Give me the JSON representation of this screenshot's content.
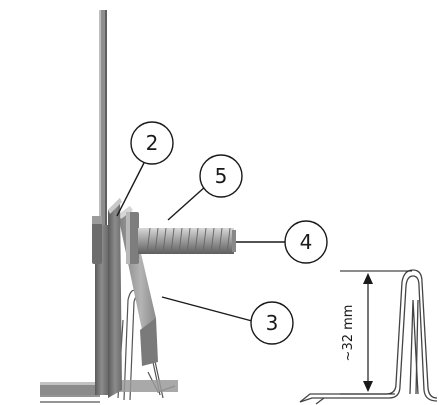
{
  "callouts": [
    {
      "id": "2",
      "label": "2"
    },
    {
      "id": "5",
      "label": "5"
    },
    {
      "id": "4",
      "label": "4"
    },
    {
      "id": "3",
      "label": "3"
    }
  ],
  "dimension": {
    "label": "~32 mm"
  },
  "colors": {
    "part_dark": "#6f6f6f",
    "part_mid": "#9a9a9a",
    "part_light": "#c8c8c8",
    "line": "#1a1a1a",
    "background": "#ffffff"
  }
}
